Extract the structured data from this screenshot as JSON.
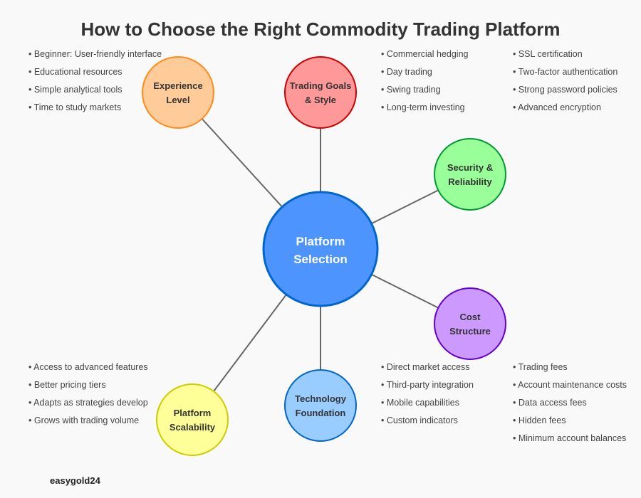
{
  "title": "How to Choose the Right Commodity Trading Platform",
  "center": {
    "line1": "Platform",
    "line2": "Selection",
    "fill": "#4d94ff",
    "stroke": "#0066cc"
  },
  "nodes": [
    {
      "line1": "Experience",
      "line2": "Level",
      "fill": "#ffcc99",
      "stroke": "#ff8c1a"
    },
    {
      "line1": "Trading Goals",
      "line2": "& Style",
      "fill": "#ff9999",
      "stroke": "#cc0000"
    },
    {
      "line1": "Security &",
      "line2": "Reliability",
      "fill": "#99ff99",
      "stroke": "#009933"
    },
    {
      "line1": "Platform",
      "line2": "Scalability",
      "fill": "#ffff99",
      "stroke": "#cccc00"
    },
    {
      "line1": "Technology",
      "line2": "Foundation",
      "fill": "#99ccff",
      "stroke": "#0066cc"
    },
    {
      "line1": "Cost",
      "line2": "Structure",
      "fill": "#cc99ff",
      "stroke": "#6600cc"
    }
  ],
  "lists": {
    "experience": [
      "• Beginner: User-friendly interface",
      "• Educational resources",
      "• Simple analytical tools",
      "• Time to study markets"
    ],
    "trading_goals": [
      "• Commercial hedging",
      "• Day trading",
      "• Swing trading",
      "• Long-term investing"
    ],
    "security": [
      "• SSL certification",
      "• Two-factor authentication",
      "• Strong password policies",
      "• Advanced encryption"
    ],
    "scalability": [
      "• Access to advanced features",
      "• Better pricing tiers",
      "• Adapts as strategies develop",
      "• Grows with trading volume"
    ],
    "technology": [
      "• Direct market access",
      "• Third-party integration",
      "• Mobile capabilities",
      "• Custom indicators"
    ],
    "cost": [
      "• Trading fees",
      "• Account maintenance costs",
      "• Data access fees",
      "• Hidden fees",
      "• Minimum account balances"
    ]
  },
  "footer": "easygold24"
}
